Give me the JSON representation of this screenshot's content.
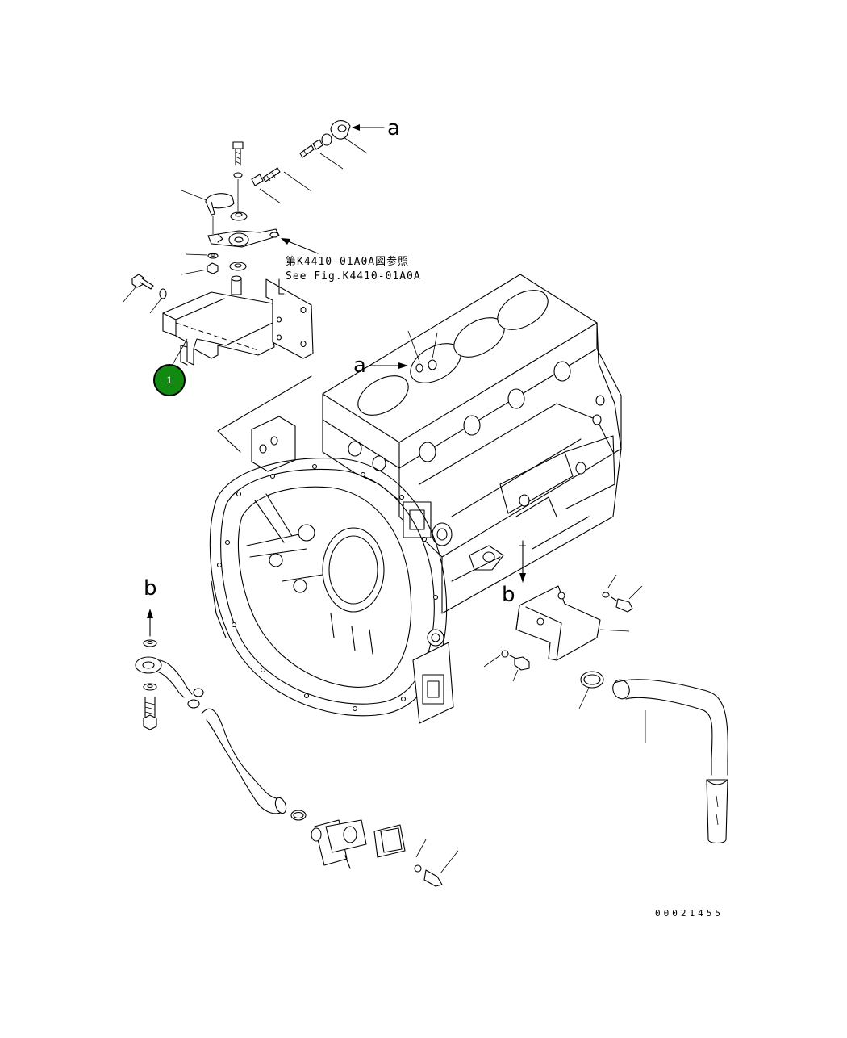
{
  "callouts": [
    {
      "number": "1",
      "color": "#128a12"
    }
  ],
  "reference_note": {
    "jp": "第K4410-01A0A図参照",
    "en": "See Fig.K4410-01A0A"
  },
  "arrow_labels": {
    "a_top": "a",
    "a_block": "a",
    "b_left": "b",
    "b_right": "b"
  },
  "drawing_number": "00021455"
}
